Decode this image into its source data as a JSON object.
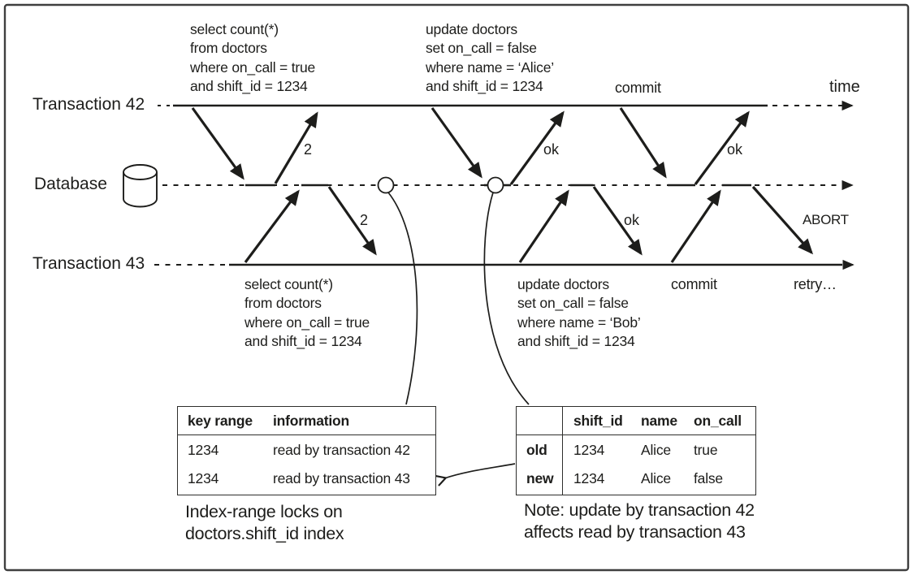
{
  "colors": {
    "ink": "#1d1d1b",
    "frame_border": "#3f3f3f",
    "background": "#ffffff"
  },
  "lanes": {
    "t42_label": "Transaction 42",
    "db_label": "Database",
    "t43_label": "Transaction 43",
    "time_label": "time"
  },
  "t42": {
    "select_sql": "select count(*)\nfrom doctors\nwhere on_call = true\nand shift_id = 1234",
    "select_response": "2",
    "update_sql": "update doctors\nset on_call = false\nwhere name = ‘Alice’\nand shift_id = 1234",
    "update_response": "ok",
    "commit_label": "commit",
    "commit_response": "ok"
  },
  "t43": {
    "select_sql": "select count(*)\nfrom doctors\nwhere on_call = true\nand shift_id = 1234",
    "select_response": "2",
    "update_sql": "update doctors\nset on_call = false\nwhere name = ‘Bob’\nand shift_id = 1234",
    "update_response": "ok",
    "commit_label": "commit",
    "commit_response": "ABORT",
    "retry_label": "retry…"
  },
  "lock_table": {
    "headers": [
      "key range",
      "information"
    ],
    "rows": [
      [
        "1234",
        "read by transaction 42"
      ],
      [
        "1234",
        "read by transaction 43"
      ]
    ],
    "caption": "Index-range locks on\ndoctors.shift_id index"
  },
  "doctors_table": {
    "headers": [
      "shift_id",
      "name",
      "on_call"
    ],
    "row_labels": [
      "old",
      "new"
    ],
    "rows": [
      [
        "1234",
        "Alice",
        "true"
      ],
      [
        "1234",
        "Alice",
        "false"
      ]
    ],
    "caption": "Note: update by transaction 42\naffects read by transaction 43"
  }
}
